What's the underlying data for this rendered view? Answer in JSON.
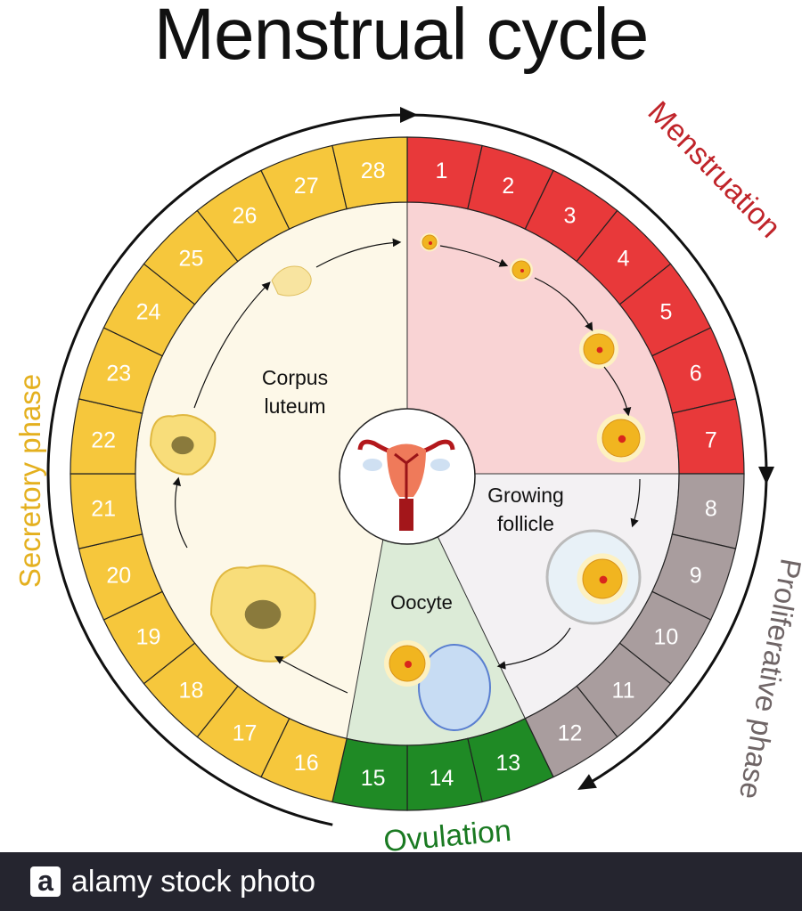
{
  "title": "Menstrual cycle",
  "phases": {
    "menstruation": "Menstruation",
    "proliferative": "Proliferative phase",
    "secretory": "Secretory phase",
    "ovulation": "Ovulation"
  },
  "stages": {
    "corpus_luteum": [
      "Corpus",
      "luteum"
    ],
    "growing_follicle": [
      "Growing",
      "follicle"
    ],
    "oocyte": "Oocyte"
  },
  "days": [
    "1",
    "2",
    "3",
    "4",
    "5",
    "6",
    "7",
    "8",
    "9",
    "10",
    "11",
    "12",
    "13",
    "14",
    "15",
    "16",
    "17",
    "18",
    "19",
    "20",
    "21",
    "22",
    "23",
    "24",
    "25",
    "26",
    "27",
    "28"
  ],
  "colors": {
    "menstruation": "#e8393a",
    "proliferative": "#a99d9e",
    "ovulation": "#1f8a25",
    "secretory": "#f6c73c",
    "menstruation_bg": "#f9d3d4",
    "follicle_bg": "#f3f1f3",
    "oocyte_bg": "#dcebd7",
    "luteum_bg": "#fdf8e8"
  },
  "footer": {
    "logo": "a",
    "brand": "alamy stock photo"
  }
}
